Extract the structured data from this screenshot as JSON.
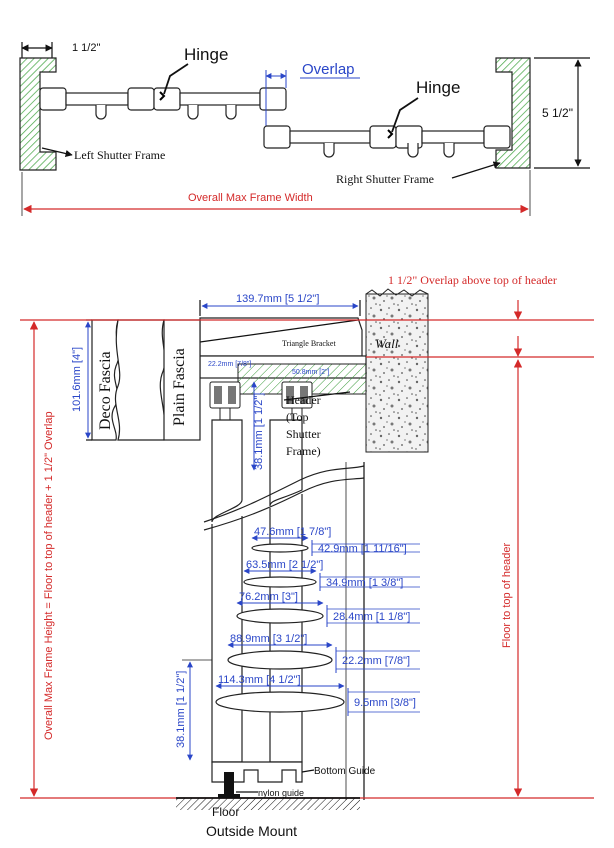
{
  "top_view": {
    "frame_depth": "1 1/2\"",
    "hinge_left": "Hinge",
    "hinge_right": "Hinge",
    "overlap": "Overlap",
    "frame_height": "5 1/2\"",
    "left_frame": "Left Shutter Frame",
    "right_frame": "Right Shutter Frame",
    "overall_width": "Overall Max Frame Width"
  },
  "side_view": {
    "overlap_note": "1 1/2\" Overlap above top of header",
    "bracket_width": "139.7mm [5 1/2\"]",
    "wall": "Wall",
    "triangle_bracket": "Triangle Bracket",
    "fascia_height": "101.6mm [4\"]",
    "deco_fascia": "Deco Fascia",
    "plain_fascia": "Plain Fascia",
    "dim_222": "22.2mm [7/8\"]",
    "dim_508": "50.8mm [2\"]",
    "dim_381_top": "38.1mm [1 1/2\"]",
    "header_line1": "Header",
    "header_line2": "(Top",
    "header_line3": "Shutter",
    "header_line4": "Frame)",
    "overall_height": "Overall Max Frame Height = Floor to top of header + 1 1/2\" Overlap",
    "floor_to_header": "Floor to top of header",
    "dim_381_bottom": "38.1mm [1 1/2\"]",
    "bottom_guide": "Bottom Guide",
    "nylon_guide": "nylon guide",
    "floor": "Floor",
    "outside_mount": "Outside Mount"
  },
  "louvers": [
    {
      "width": "47.6mm [1 7/8\"]",
      "thickness": "42.9mm [1 11/16\"]"
    },
    {
      "width": "63.5mm [2 1/2\"]",
      "thickness": "34.9mm [1 3/8\"]"
    },
    {
      "width": "76.2mm [3\"]",
      "thickness": "28.4mm [1 1/8\"]"
    },
    {
      "width": "88.9mm [3 1/2\"]",
      "thickness": "22.2mm [7/8\"]"
    },
    {
      "width": "114.3mm [4 1/2\"]",
      "thickness": "9.5mm [3/8\"]"
    }
  ],
  "colors": {
    "dimension_red": "#d42a2a",
    "dimension_blue": "#2a46c8",
    "frame_green": "#5cb85c"
  }
}
